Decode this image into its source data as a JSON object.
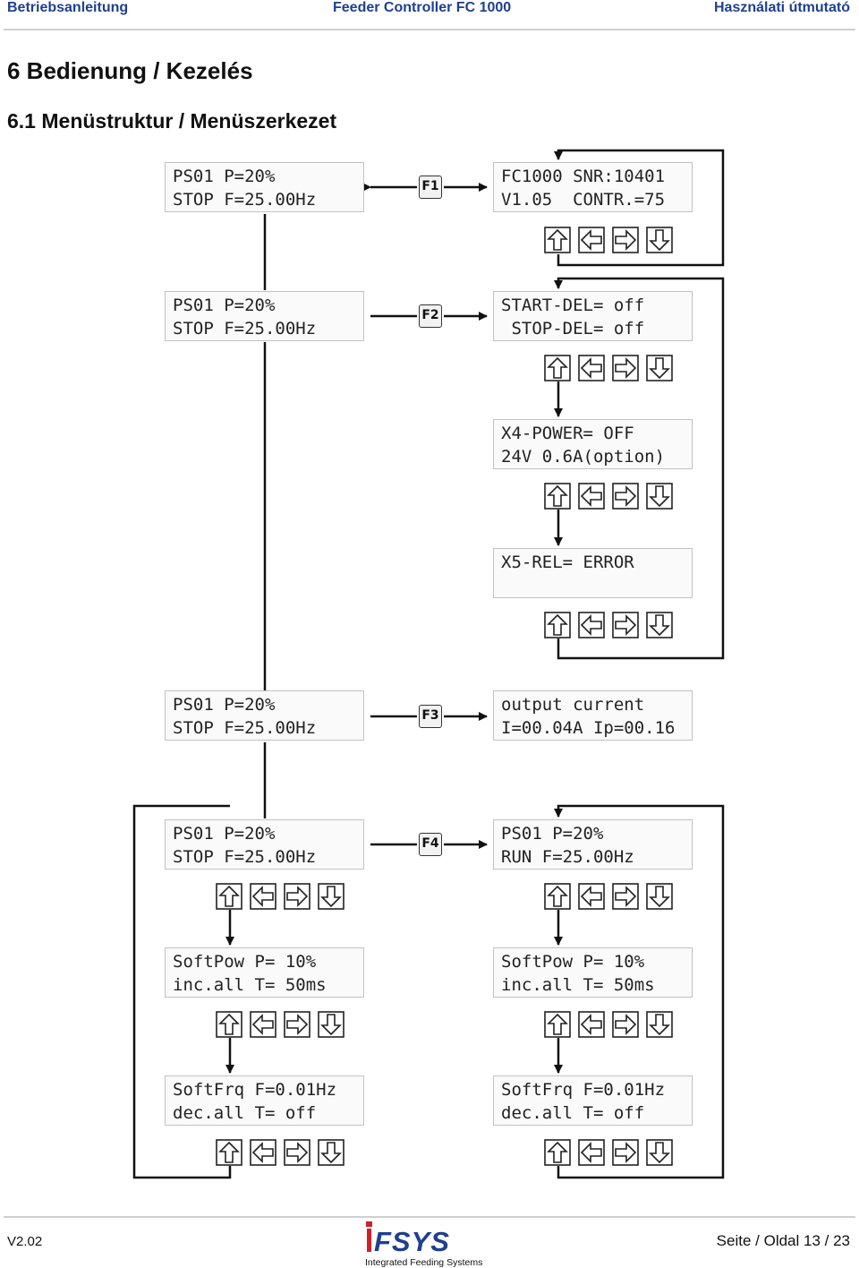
{
  "header": {
    "left": "Betriebsanleitung",
    "center": "Feeder Controller FC 1000",
    "right": "Használati útmutató"
  },
  "section": {
    "title": "6  Bedienung / Kezelés",
    "subtitle": "6.1  Menüstruktur / Menüszerkezet"
  },
  "displays": {
    "main_f1": [
      "PS01 P=20%",
      "STOP F=25.00Hz"
    ],
    "info": [
      "FC1000 SNR:10401",
      "V1.05  CONTR.=75"
    ],
    "main_f2": [
      "PS01 P=20%",
      "STOP F=25.00Hz"
    ],
    "delay": [
      "START-DEL= off",
      " STOP-DEL= off"
    ],
    "x4": [
      "X4-POWER= OFF",
      "24V 0.6A(option)"
    ],
    "x5": [
      "X5-REL= ERROR",
      ""
    ],
    "main_f3": [
      "PS01 P=20%",
      "STOP F=25.00Hz"
    ],
    "current": [
      "output current",
      "I=00.04A Ip=00.16"
    ],
    "main_f4": [
      "PS01 P=20%",
      "STOP F=25.00Hz"
    ],
    "run": [
      "PS01 P=20%",
      "RUN F=25.00Hz"
    ],
    "softpow_left": [
      "SoftPow P= 10%",
      "inc.all T= 50ms"
    ],
    "softpow_right": [
      "SoftPow P= 10%",
      "inc.all T= 50ms"
    ],
    "softfrq_left": [
      "SoftFrq F=0.01Hz",
      "dec.all T= off"
    ],
    "softfrq_right": [
      "SoftFrq F=0.01Hz",
      "dec.all T= off"
    ]
  },
  "fkeys": {
    "f1": "F1",
    "f2": "F2",
    "f3": "F3",
    "f4": "F4"
  },
  "footer": {
    "version": "V2.02",
    "logo_text": "IFSYS",
    "logo_tagline": "Integrated Feeding Systems",
    "page": "Seite / Oldal   13 / 23"
  },
  "colors": {
    "header_text": "#1f3f8f",
    "logo_red": "#d0202a",
    "logo_blue": "#1f3f8f"
  }
}
